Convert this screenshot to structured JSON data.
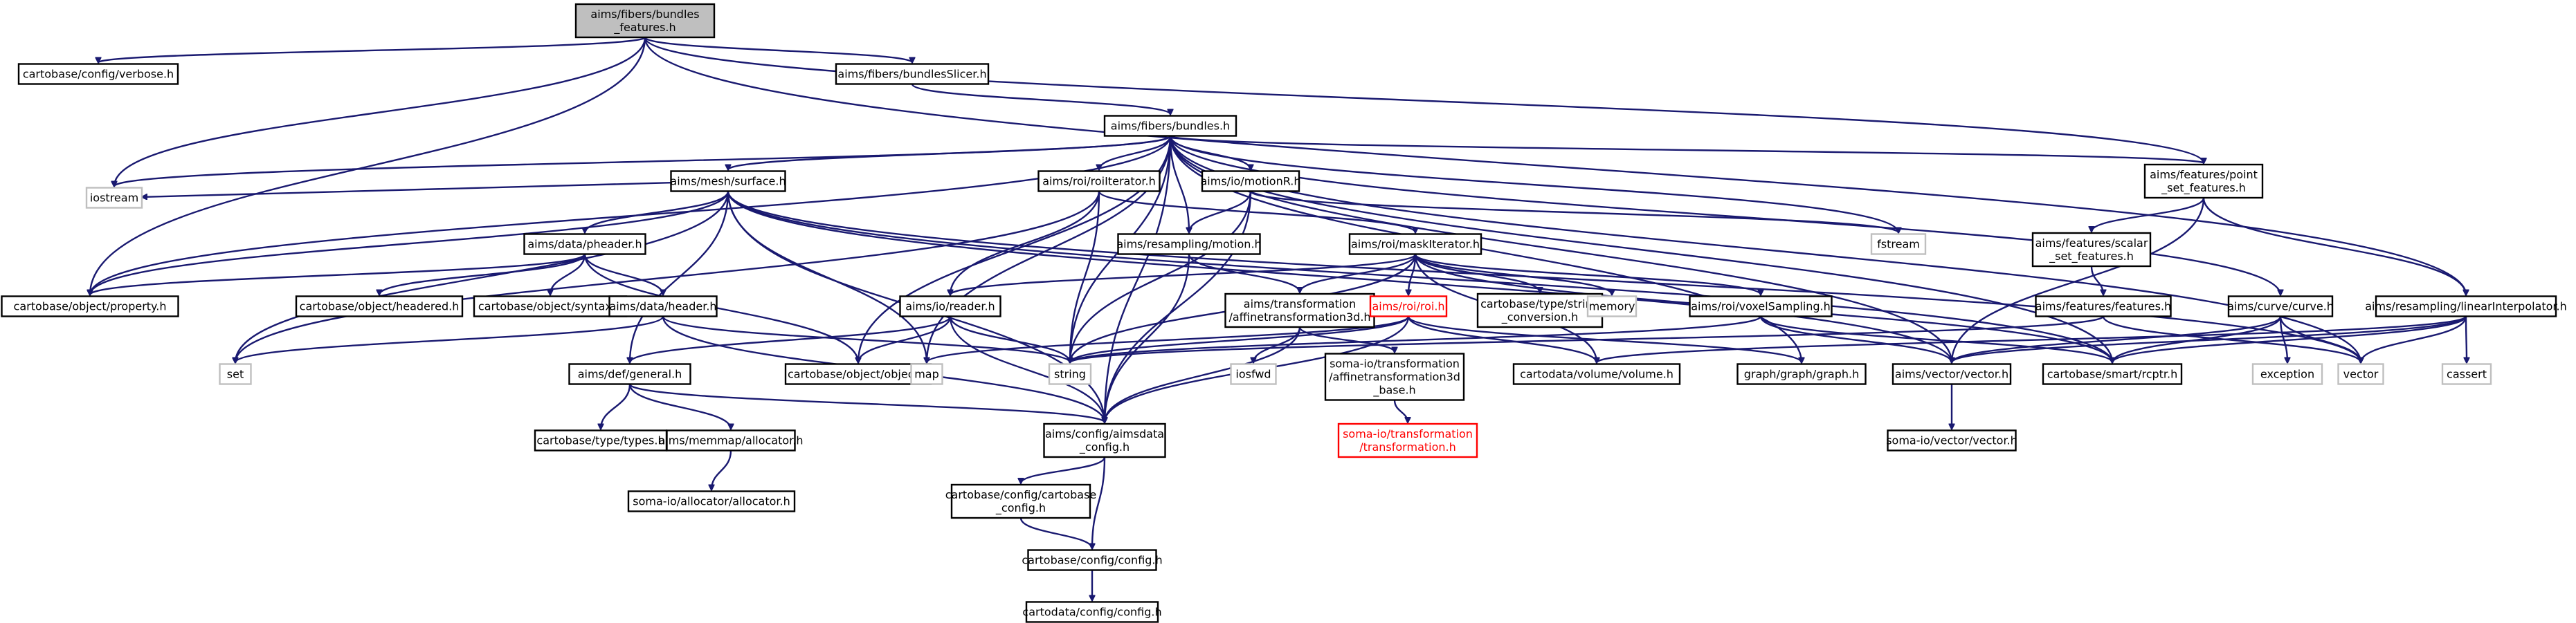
{
  "graph": {
    "nodes": [
      {
        "id": "root",
        "lines": [
          "aims/fibers/bundles",
          "_features.h"
        ]
      },
      {
        "id": "verbose",
        "lines": [
          "cartobase/config/verbose.h"
        ]
      },
      {
        "id": "slicer",
        "lines": [
          "aims/fibers/bundlesSlicer.h"
        ]
      },
      {
        "id": "bundles",
        "lines": [
          "aims/fibers/bundles.h"
        ]
      },
      {
        "id": "surface",
        "lines": [
          "aims/mesh/surface.h"
        ]
      },
      {
        "id": "roiiter",
        "lines": [
          "aims/roi/roiIterator.h"
        ]
      },
      {
        "id": "motionR",
        "lines": [
          "aims/io/motionR.h"
        ]
      },
      {
        "id": "pointset",
        "lines": [
          "aims/features/point",
          "_set_features.h"
        ]
      },
      {
        "id": "iostream",
        "lines": [
          "iostream"
        ]
      },
      {
        "id": "fstream",
        "lines": [
          "fstream"
        ]
      },
      {
        "id": "pheader",
        "lines": [
          "aims/data/pheader.h"
        ]
      },
      {
        "id": "resmotion",
        "lines": [
          "aims/resampling/motion.h"
        ]
      },
      {
        "id": "maskiter",
        "lines": [
          "aims/roi/maskIterator.h"
        ]
      },
      {
        "id": "scalarset",
        "lines": [
          "aims/features/scalar",
          "_set_features.h"
        ]
      },
      {
        "id": "property",
        "lines": [
          "cartobase/object/property.h"
        ]
      },
      {
        "id": "headered",
        "lines": [
          "cartobase/object/headered.h"
        ]
      },
      {
        "id": "syntax",
        "lines": [
          "cartobase/object/syntax.h"
        ]
      },
      {
        "id": "header",
        "lines": [
          "aims/data/header.h"
        ]
      },
      {
        "id": "reader",
        "lines": [
          "aims/io/reader.h"
        ]
      },
      {
        "id": "affine",
        "lines": [
          "aims/transformation",
          "/affinetransformation3d.h"
        ]
      },
      {
        "id": "roi",
        "lines": [
          "aims/roi/roi.h"
        ]
      },
      {
        "id": "strconv",
        "lines": [
          "cartobase/type/string",
          "_conversion.h"
        ]
      },
      {
        "id": "memory",
        "lines": [
          "memory"
        ]
      },
      {
        "id": "voxelsamp",
        "lines": [
          "aims/roi/voxelSampling.h"
        ]
      },
      {
        "id": "features",
        "lines": [
          "aims/features/features.h"
        ]
      },
      {
        "id": "curve",
        "lines": [
          "aims/curve/curve.h"
        ]
      },
      {
        "id": "linear",
        "lines": [
          "aims/resampling/linearInterpolator.h"
        ]
      },
      {
        "id": "set",
        "lines": [
          "set"
        ]
      },
      {
        "id": "general",
        "lines": [
          "aims/def/general.h"
        ]
      },
      {
        "id": "object",
        "lines": [
          "cartobase/object/object.h"
        ]
      },
      {
        "id": "map",
        "lines": [
          "map"
        ]
      },
      {
        "id": "string",
        "lines": [
          "string"
        ]
      },
      {
        "id": "iosfwd",
        "lines": [
          "iosfwd"
        ]
      },
      {
        "id": "somaaffine",
        "lines": [
          "soma-io/transformation",
          "/affinetransformation3d",
          "_base.h"
        ]
      },
      {
        "id": "volume",
        "lines": [
          "cartodata/volume/volume.h"
        ]
      },
      {
        "id": "graph",
        "lines": [
          "graph/graph/graph.h"
        ]
      },
      {
        "id": "vector_h",
        "lines": [
          "aims/vector/vector.h"
        ]
      },
      {
        "id": "rcptr",
        "lines": [
          "cartobase/smart/rcptr.h"
        ]
      },
      {
        "id": "exception",
        "lines": [
          "exception"
        ]
      },
      {
        "id": "vector",
        "lines": [
          "vector"
        ]
      },
      {
        "id": "cassert",
        "lines": [
          "cassert"
        ]
      },
      {
        "id": "types",
        "lines": [
          "cartobase/type/types.h"
        ]
      },
      {
        "id": "memalloc",
        "lines": [
          "aims/memmap/allocator.h"
        ]
      },
      {
        "id": "aimsdata_config",
        "lines": [
          "aims/config/aimsdata",
          "_config.h"
        ]
      },
      {
        "id": "somatransf",
        "lines": [
          "soma-io/transformation",
          "/transformation.h"
        ]
      },
      {
        "id": "somavector",
        "lines": [
          "soma-io/vector/vector.h"
        ]
      },
      {
        "id": "somaalloc",
        "lines": [
          "soma-io/allocator/allocator.h"
        ]
      },
      {
        "id": "cartobase_config",
        "lines": [
          "cartobase/config/cartobase",
          "_config.h"
        ]
      },
      {
        "id": "cb_config",
        "lines": [
          "cartobase/config/config.h"
        ]
      },
      {
        "id": "cd_config",
        "lines": [
          "cartodata/config/config.h"
        ]
      }
    ]
  }
}
